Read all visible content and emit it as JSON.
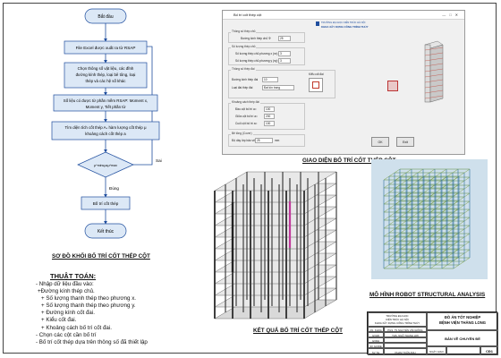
{
  "flowchart": {
    "start": "Bắt đầu",
    "step1": "File Excel được xuất ra từ RSAP",
    "step2_lines": [
      "Chọn thông số vật liệu, các đĩnh",
      "đường kính thép, loại bê tông, loại",
      "thép và các hệ số khác"
    ],
    "step3_lines": [
      "Số liệu có được từ phần mềm RSAP: Moment x,",
      "Moment y, Tiết phần từ"
    ],
    "step4_lines": [
      "Tìm diện tích cốt thép Aₛ hàm lượng cốt thép μ",
      "khoảng cách cốt thép a"
    ],
    "decision": "μ^min≤μ≤μ^max",
    "yes_label": "Đúng",
    "no_label": "Sai",
    "step5": "Bố trí cốt thép",
    "end": "Kết thúc",
    "caption": "SƠ ĐỒ KHỐI BỐ TRÍ CỐT THÉP CỘT"
  },
  "algorithm": {
    "title": "THUẬT TOÁN:",
    "lines": [
      "- Nhập dữ liệu đầu vào:",
      "+Đường kính thép chủ.",
      "+ Số lượng thanh thép theo phương x.",
      "+ Số lượng thanh thép theo phương y.",
      "+ Đường kính cốt đai.",
      "+ Kiểu cốt đai.",
      "+ Khoảng cách bố trí cốt đai.",
      "- Chọn các cột cần bố trí",
      "- Bố trí cốt thép dựa trên thông số đã thiết lập"
    ]
  },
  "dialog": {
    "title": "Bố trí cốt thép cột",
    "logo_text_1": "TRƯỜNG ĐẠI HỌC KIẾN TRÚC HÀ NỘI",
    "logo_text_2": "KHOA XÂY DỰNG CÔNG TRÌNH THỦY",
    "group_main": "Thông số thép chủ",
    "lbl_diam": "Đường kính thép chủ Φ",
    "val_diam": "25",
    "group_count": "Số lượng thép chủ",
    "lbl_count_x": "Số lượng thép chủ phương x (nx)",
    "val_count_x": "3",
    "lbl_count_y": "Số lượng thép chủ phương y (ny)",
    "val_count_y": "3",
    "group_stirrup": "Thông số thép đai",
    "lbl_stirrup_d": "Đường kính thép đai",
    "val_stirrup_d": "10",
    "lbl_stirrup_type": "Loại đai thép đai",
    "val_stirrup_type": "Đai kín trong",
    "lbl_type_box": "Kiểu cốt đai",
    "group_spacing": "Khoảng cách thép đai",
    "lbl_sp1": "Đầu cột bố trí a=",
    "val_sp1": "100",
    "lbl_sp2": "Giữa cột bố trí a=",
    "val_sp2": "200",
    "lbl_sp3": "Cuối cột bố trí a=",
    "val_sp3": "100",
    "group_cover": "Bê tông (Cover)",
    "lbl_cover": "Độ dày lớp bảo vệ",
    "val_cover": "25",
    "unit_cover": "mm",
    "ok": "OK",
    "cancel": "Exit",
    "caption": "GIAO DIỆN BỐ TRÍ CỐT THÉP CỘT"
  },
  "robot": {
    "caption": "MÔ HÌNH ROBOT STRUCTURAL ANALYSIS"
  },
  "result": {
    "caption": "KẾT QUẢ BỐ TRÍ CỐT THÉP CỘT"
  },
  "title_block": {
    "school_1": "TRƯỜNG ĐẠI HỌC",
    "school_2": "KIẾN TRÚC HÀ NỘI",
    "faculty": "KHOA XÂY DỰNG CÔNG TRÌNH THỦY",
    "project_1": "ĐỒ ÁN TỐT NGHIỆP",
    "project_2": "BỆNH VIỆN THĂNG LONG",
    "project_3": "BẢN VẼ CHUYÊN ĐỀ",
    "row_1a": "CN. KHOA",
    "row_1b": "PGS. TS NGUYỄN VĂN ĐÔNG",
    "row_2a": "GVHD",
    "row_2b": "THS. NGÔ THANH HỢI",
    "row_3a": "GVDH",
    "row_3b": "",
    "row_4a": "SV GUIDE",
    "row_4b": "",
    "row_5a": "SV TH",
    "row_5b": "PHẠM TUẤN ANH",
    "date_label": "NGÀY GIAO",
    "date_value": "",
    "sheet_no": "CĐ1"
  }
}
